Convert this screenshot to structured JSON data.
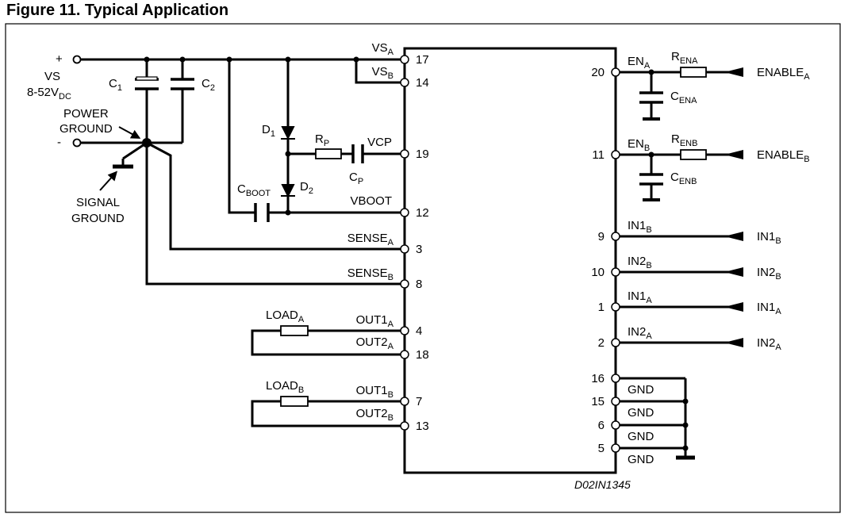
{
  "title": "Figure 11. Typical Application",
  "drawing_ref": "D02IN1345",
  "supply": {
    "plus": "+",
    "minus": "-",
    "vs": "VS",
    "range": "8-52V",
    "range_sub": "DC",
    "power_ground_1": "POWER",
    "power_ground_2": "GROUND",
    "signal_ground_1": "SIGNAL",
    "signal_ground_2": "GROUND"
  },
  "components": {
    "c1": "C",
    "c1_sub": "1",
    "c2": "C",
    "c2_sub": "2",
    "d1": "D",
    "d1_sub": "1",
    "d2": "D",
    "d2_sub": "2",
    "rp": "R",
    "rp_sub": "P",
    "cp": "C",
    "cp_sub": "P",
    "cboot": "C",
    "cboot_sub": "BOOT",
    "load_a": "LOAD",
    "load_a_sub": "A",
    "load_b": "LOAD",
    "load_b_sub": "B",
    "rena": "R",
    "rena_sub": "ENA",
    "cena": "C",
    "cena_sub": "ENA",
    "renb": "R",
    "renb_sub": "ENB",
    "cenb": "C",
    "cenb_sub": "ENB"
  },
  "left_pins": [
    {
      "name": "VS",
      "sub": "A",
      "num": "17"
    },
    {
      "name": "VS",
      "sub": "B",
      "num": "14"
    },
    {
      "name": "VCP",
      "sub": "",
      "num": "19"
    },
    {
      "name": "VBOOT",
      "sub": "",
      "num": "12"
    },
    {
      "name": "SENSE",
      "sub": "A",
      "num": "3"
    },
    {
      "name": "SENSE",
      "sub": "B",
      "num": "8"
    },
    {
      "name": "OUT1",
      "sub": "A",
      "num": "4"
    },
    {
      "name": "OUT2",
      "sub": "A",
      "num": "18"
    },
    {
      "name": "OUT1",
      "sub": "B",
      "num": "7"
    },
    {
      "name": "OUT2",
      "sub": "B",
      "num": "13"
    }
  ],
  "right_pins": [
    {
      "name": "EN",
      "sub": "A",
      "num": "20"
    },
    {
      "name": "EN",
      "sub": "B",
      "num": "11"
    },
    {
      "name": "IN1",
      "sub": "B",
      "num": "9"
    },
    {
      "name": "IN2",
      "sub": "B",
      "num": "10"
    },
    {
      "name": "IN1",
      "sub": "A",
      "num": "1"
    },
    {
      "name": "IN2",
      "sub": "A",
      "num": "2"
    },
    {
      "name": "GND",
      "sub": "",
      "num": "16"
    },
    {
      "name": "GND",
      "sub": "",
      "num": "15"
    },
    {
      "name": "GND",
      "sub": "",
      "num": "6"
    },
    {
      "name": "GND",
      "sub": "",
      "num": "5"
    }
  ],
  "inputs": [
    {
      "name": "ENABLE",
      "sub": "A"
    },
    {
      "name": "ENABLE",
      "sub": "B"
    },
    {
      "name": "IN1",
      "sub": "B"
    },
    {
      "name": "IN2",
      "sub": "B"
    },
    {
      "name": "IN1",
      "sub": "A"
    },
    {
      "name": "IN2",
      "sub": "A"
    }
  ]
}
